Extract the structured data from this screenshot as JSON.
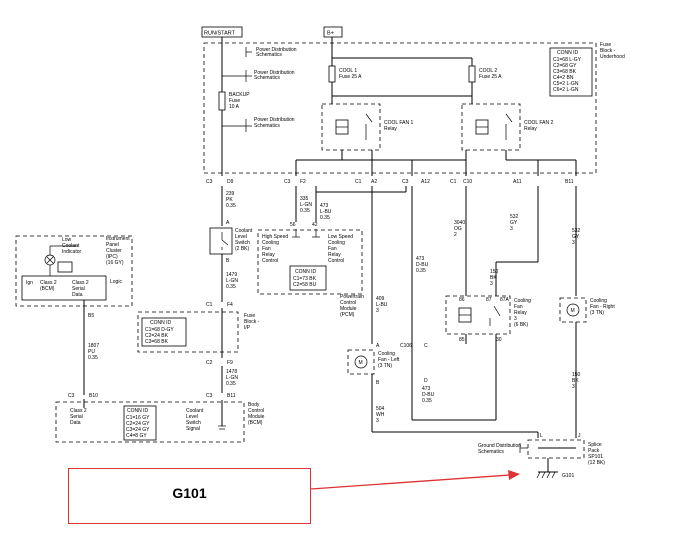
{
  "header": {
    "run_start": "RUN/START",
    "bplus": "B+",
    "pd1": "Power Distribution",
    "pd2": "Schematics",
    "fuse_block_1": "Fuse",
    "fuse_block_2": "Block -",
    "fuse_block_3": "Underhood"
  },
  "conn_id_top": {
    "title": "CONN ID",
    "rows": [
      "C1=68 L-GY",
      "C2=68 GY",
      "C3=68 BK",
      "C4=2 BN",
      "C5=2 L-GN",
      "C6=2 L-GN"
    ]
  },
  "left_block": {
    "pd_a1": "Power Distribution",
    "pd_a2": "Schematics",
    "backup1": "BACKUP",
    "backup2": "Fuse",
    "backup3": "10 A",
    "pd_b1": "Power Distribution",
    "pd_b2": "Schematics",
    "c3": "C3",
    "d9": "D9",
    "w1": "239",
    "w2": "PK",
    "w3": "0.35",
    "pinA": "A",
    "pinB": "B",
    "cls1": "Coolant",
    "cls2": "Level",
    "cls3": "Switch",
    "cls4": "(2 BK)",
    "w4": "1479",
    "w5": "L-GN",
    "w6": "0.35",
    "c1": "C1",
    "f4": "F4",
    "fbi1": "Fuse",
    "fbi2": "Block -",
    "fbi3": "I/P",
    "c2": "C2",
    "f9": "F9",
    "w7": "1478",
    "w8": "L-GN",
    "w9": "0.35",
    "c3b": "C3",
    "b11": "B11",
    "bcm1": "Body",
    "bcm2": "Control",
    "bcm3": "Module",
    "bcm4": "(BCM)",
    "cls_sig1": "Coolant",
    "cls_sig2": "Level",
    "cls_sig3": "Switch",
    "cls_sig4": "Signal"
  },
  "conn_id_ip": {
    "title": "CONN ID",
    "rows": [
      "C1=68 D-GY",
      "C2=24 BK",
      "C3=68 BK"
    ]
  },
  "conn_id_bcm": {
    "title": "CONN ID",
    "rows": [
      "C1=16 GY",
      "C2=24 GY",
      "C3=24 GY",
      "C4=8 GY"
    ]
  },
  "ipc": {
    "low1": "Low",
    "low2": "Coolant",
    "low3": "Indicator",
    "ipc1": "Instrument",
    "ipc2": "Panel",
    "ipc3": "Cluster",
    "ipc4": "(IPC)",
    "ipc5": "(16 GY)",
    "ign": "Ign",
    "cls1": "Class 2",
    "cls2": "(BCM)",
    "cls3": "Class 2",
    "cls4": "Serial",
    "cls5": "Data",
    "logic": "Logic",
    "b5": "B5",
    "w1": "1807",
    "w2": "PU",
    "w3": "0.35",
    "c3": "C3",
    "b10": "B10",
    "sd1": "Class 2",
    "sd2": "Serial",
    "sd3": "Data"
  },
  "relays": {
    "cool1_a": "COOL 1",
    "cool1_b": "Fuse 25 A",
    "cool2_a": "COOL 2",
    "cool2_b": "Fuse 25 A",
    "cf1_a": "COOL FAN 1",
    "cf1_b": "Relay",
    "cf2_a": "COOL FAN 2",
    "cf2_b": "Relay"
  },
  "pcm": {
    "c3": "C3",
    "f2": "F2",
    "c1": "C1",
    "a2": "A2",
    "c3b": "C3",
    "a12": "A12",
    "c1b": "C1",
    "c10": "C10",
    "a11": "A11",
    "b11": "B11",
    "w335_1": "335",
    "w335_2": "L-GN",
    "w335_3": "0.35",
    "w473_1": "473",
    "w473_2": "L-BU",
    "w473_3": "0.35",
    "p56": "56",
    "p42": "42",
    "hs1": "High Speed",
    "hs2": "Cooling",
    "hs3": "Fan",
    "hs4": "Relay",
    "hs5": "Control",
    "ls1": "Low Speed",
    "ls2": "Cooling",
    "ls3": "Fan",
    "ls4": "Relay",
    "ls5": "Control",
    "conn_title": "CONN ID",
    "conn_r1": "C1=73 BK",
    "conn_r2": "C2=58 BU",
    "pt1": "Powertrain",
    "pt2": "Control",
    "pt3": "Module",
    "pt4": "(PCM)"
  },
  "right_block": {
    "w409_1": "409",
    "w409_2": "L-BU",
    "w409_3": "3",
    "w473b_1": "473",
    "w473b_2": "D-BU",
    "w473b_3": "0.35",
    "w3040_1": "3040",
    "w3040_2": "OG",
    "w3040_3": "2",
    "w532_1": "532",
    "w532_2": "GY",
    "w532_3": "3",
    "w532b_1": "532",
    "w532b_2": "GY",
    "w532b_3": "3",
    "w150_1": "150",
    "w150_2": "BK",
    "w150_3": "3",
    "p86": "86",
    "p87": "87",
    "p87a": "87A",
    "p85": "85",
    "p30": "30",
    "r3_1": "Cooling",
    "r3_2": "Fan",
    "r3_3": "Relay",
    "r3_4": "3",
    "r3_5": "(6 BK)",
    "c106": "C106",
    "pinC": "C",
    "pinD": "D",
    "mA": "A",
    "mB": "B",
    "fl1": "Cooling",
    "fl2": "Fan - Left",
    "fl3": "(3 TN)",
    "fr1": "Cooling",
    "fr2": "Fan - Right",
    "fr3": "(3 TN)",
    "w473c_1": "473",
    "w473c_2": "D-BU",
    "w473c_3": "0.35",
    "w504_1": "504",
    "w504_2": "WH",
    "w504_3": "3",
    "w150b_1": "150",
    "w150b_2": "BK",
    "w150b_3": "3",
    "pinL": "L",
    "pinJ": "J",
    "gd1": "Ground Distribution",
    "gd2": "Schematics",
    "sp1": "Splice",
    "sp2": "Pack",
    "sp3": "SP101",
    "sp4": "(12 BK)",
    "g101": "G101",
    "motor": "M"
  },
  "callout": {
    "label": "G101",
    "color": "#dd3333"
  }
}
